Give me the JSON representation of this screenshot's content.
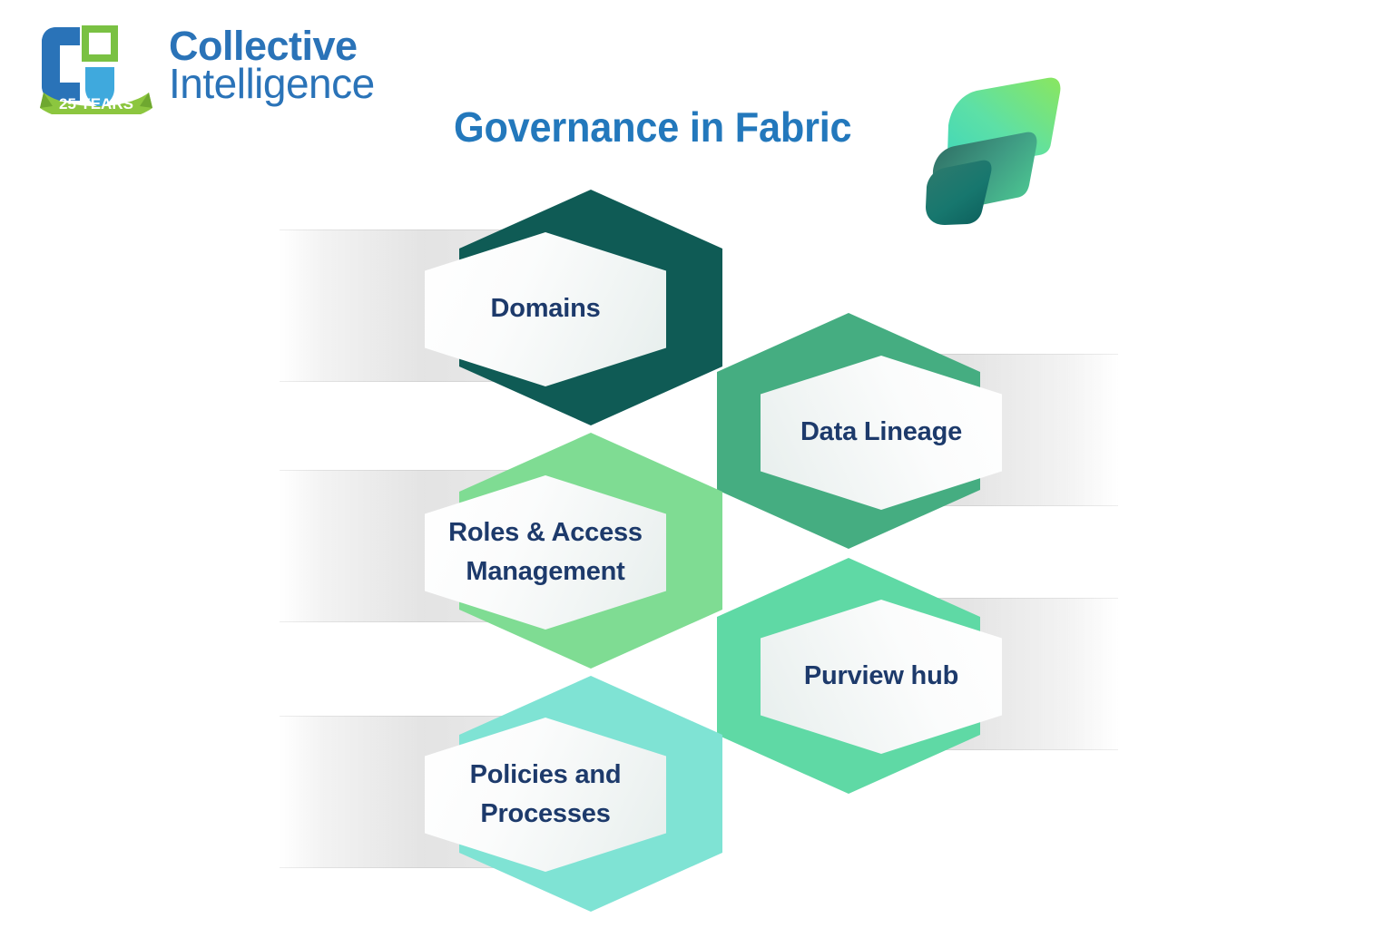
{
  "brand": {
    "name_line1": "Collective",
    "name_line2": "Intelligence",
    "badge_text": "25 YEARS",
    "mark_icon": "ci-logo-icon",
    "brand_color": "#2a73b8",
    "badge_color": "#8cc63f"
  },
  "header": {
    "title": "Governance in Fabric",
    "title_color": "#2378bc",
    "product_logo_icon": "microsoft-fabric-logo-icon"
  },
  "diagram": {
    "type": "honeycomb-hexagon-infographic",
    "label_color": "#1d3a6b",
    "cells": [
      {
        "id": "domains",
        "label": "Domains",
        "color": "#0f5b55",
        "column": "left",
        "band_side": "left"
      },
      {
        "id": "data-lineage",
        "label": "Data Lineage",
        "color": "#45ad81",
        "column": "right",
        "band_side": "right"
      },
      {
        "id": "roles-access-management",
        "label": "Roles & Access Management",
        "color": "#7fdc93",
        "column": "left",
        "band_side": "left"
      },
      {
        "id": "purview-hub",
        "label": "Purview hub",
        "color": "#5fd9a5",
        "column": "right",
        "band_side": "right"
      },
      {
        "id": "policies-and-processes",
        "label": "Policies and Processes",
        "color": "#7fe3d4",
        "column": "left",
        "band_side": "left"
      }
    ]
  }
}
